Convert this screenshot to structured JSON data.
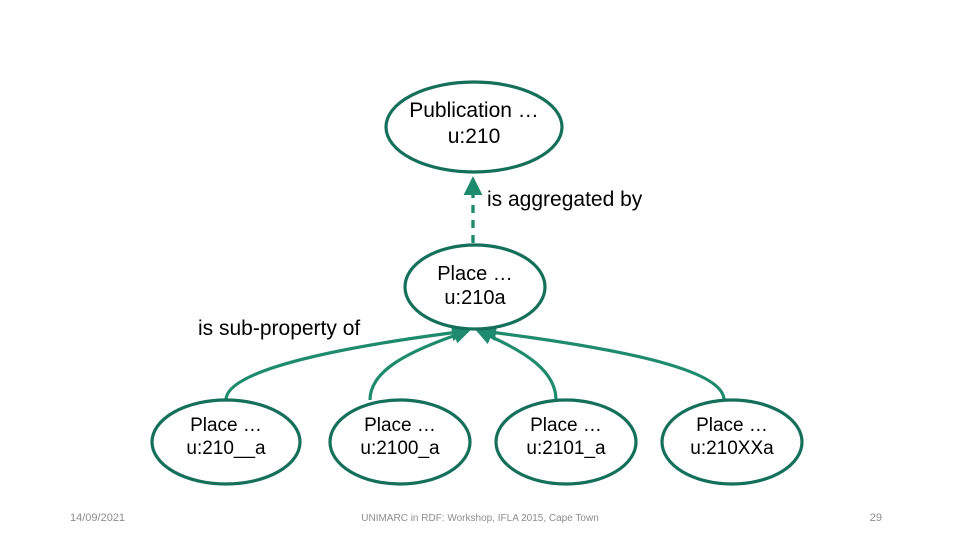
{
  "slide": {
    "accent_color": "#14705A",
    "edge_color": "#1E8B6E",
    "text_color": "#000000",
    "footer_color": "#8D8D8D",
    "background": "#FFFFFF"
  },
  "nodes": {
    "publication": {
      "line1": "Publication …",
      "line2": "u:210",
      "shape": "ellipse"
    },
    "place_parent": {
      "line1": "Place …",
      "line2": "u:210a",
      "shape": "ellipse"
    },
    "leaves": [
      {
        "line1": "Place …",
        "line2": "u:210__a",
        "shape": "ellipse"
      },
      {
        "line1": "Place …",
        "line2": "u:2100_a",
        "shape": "ellipse"
      },
      {
        "line1": "Place …",
        "line2": "u:2101_a",
        "shape": "ellipse"
      },
      {
        "line1": "Place …",
        "line2": "u:210XXa",
        "shape": "ellipse"
      }
    ]
  },
  "edges": {
    "aggregated_by": {
      "label": "is aggregated by",
      "style": "dashed",
      "arrow": "up",
      "from": "u:210a",
      "to": "u:210"
    },
    "sub_property_of": {
      "label": "is sub-property of",
      "style": "solid",
      "arrow": "up",
      "from": [
        "u:210__a",
        "u:2100_a",
        "u:2101_a",
        "u:210XXa"
      ],
      "to": "u:210a"
    }
  },
  "footer": {
    "date": "14/09/2021",
    "center": "UNIMARC in RDF: Workshop, IFLA 2015, Cape Town",
    "page": "29"
  }
}
